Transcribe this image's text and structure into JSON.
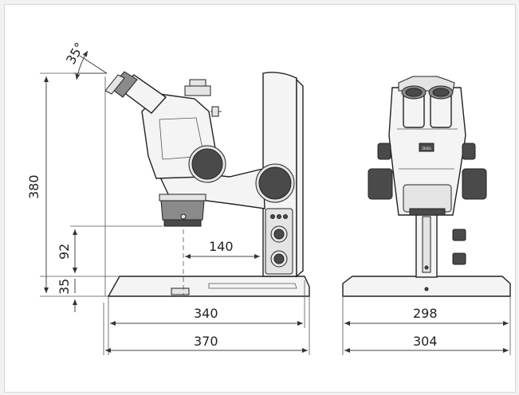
{
  "dimensions": {
    "angle": "35°",
    "height_total": "380",
    "height_stage": "92",
    "height_base": "35",
    "reach": "140",
    "base_depth": "340",
    "total_depth": "370",
    "base_width": "298",
    "total_width": "304"
  },
  "labels": {
    "brand_badge": "ZEISS"
  },
  "colors": {
    "line": "#222222",
    "knob_dark": "#4a4a4a",
    "body_fill": "#f4f4f4"
  }
}
